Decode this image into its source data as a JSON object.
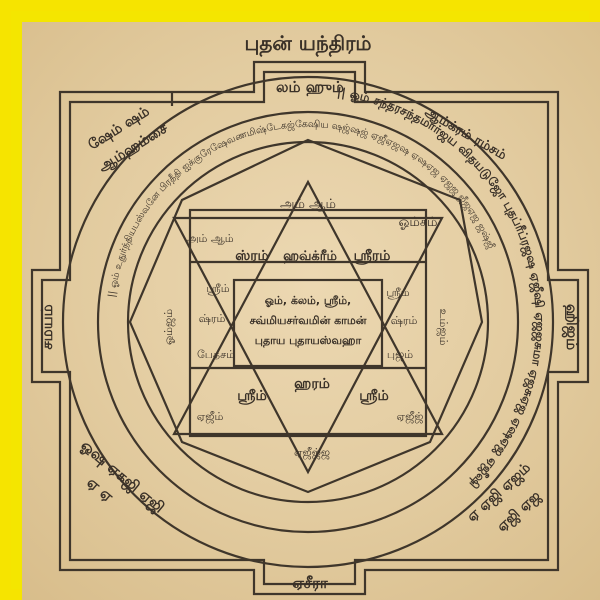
{
  "colors": {
    "frame": "#f6e400",
    "plate": "#e2cb9f",
    "ink": "#3a3128"
  },
  "title": "புதன் யந்திரம்",
  "top_gate": "லம் ஹும்",
  "bottom_gate": "ஏசீரா",
  "left_gate": "சமயம்",
  "right_gate": "ஹிஜம்",
  "corner_tl": [
    "ஷேம் ஷம்",
    "ஆம்ஹம்சை"
  ],
  "corner_tr": [
    "ஆம்க்ரம் ரம்சம்"
  ],
  "corner_bl": [
    "ஓஷ ஏகஜி ஏஜி",
    "ஏ ஏ"
  ],
  "corner_br": [
    "ஏ ஏஜி ஏஜம்",
    "ஏஜி ஏஜ"
  ],
  "outer_ring_text": "|| ஓம் சந்தரசந்தமார்ஜய விதயடுஜோ புதப்ரீப்ரஜஷ ஏஜீஷி ஏஜஜசுமா ஏஜசுஏஜ ஏஷஏஜ ஏஜீஷி",
  "inner_ring_text": "|| ஓம் உதுர்ந்தியபஸ்வனே பிரதீதி ஐக்குரேஷேவணமிஷ்டேகஜ்கேஷிய ஷஜ்ஷஜ் ஏஜீஏஜஷ ஏஷஏஜ ஏஜஜ ஜீஜஏஜ ஜஷ்ஜீ",
  "hexagon_points": {
    "top": "அம் ஆம்",
    "top_right": "ஓம்சம்",
    "right": "உம்ஜம்",
    "bottom_right": "ஏஜீஜ்",
    "bottom": "ஏஜீஜ்ஜ",
    "bottom_left": "ஏஜீம்",
    "left": "ஓம்ஜம்",
    "top_left": "அம் ஆம்"
  },
  "square_cells": {
    "upper_left": "ஸ்ரம்",
    "upper_center": "ஹவ்க்ரீம்",
    "upper_right": "ஸ்ரீரம்",
    "mid_left_top": "ஸ்ரீம்",
    "mid_left": "ஷ்ரம்",
    "mid_left_bottom": "பேதசம்",
    "mid_right_top": "ஸ்ரீம்",
    "mid_right": "ஷ்ரம்",
    "mid_right_bottom": "புஜம்",
    "lower_left": "ஸ்ரீம்",
    "lower_center": "ஹரம்",
    "lower_right": "ஸ்ரீம்"
  },
  "center_text": [
    "ஓம், க்லம், ஸ்ரீம்,",
    "சவ்மியசர்வமின் காமன்",
    "புதாய புதாயஸ்வஹா"
  ]
}
